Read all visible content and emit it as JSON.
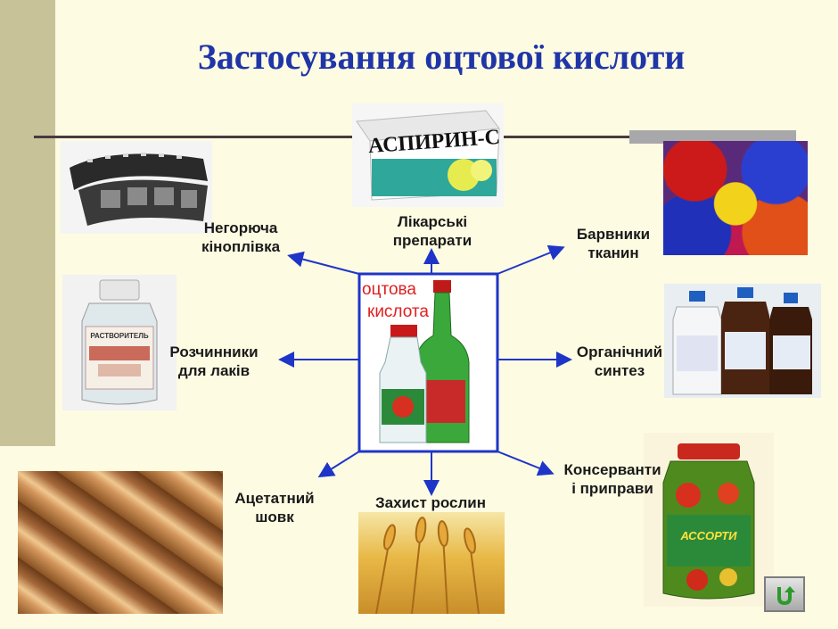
{
  "title": "Застосування оцтової кислоти",
  "center": {
    "line1": "оцтова",
    "line2": "кислота"
  },
  "labels": {
    "film": "Негорюча\nкіноплівка",
    "medicine": "Лікарські\nпрепарати",
    "dyes": "Барвники\nтканин",
    "solvents": "Розчинники\nдля лаків",
    "synthesis": "Органічний\nсинтез",
    "silk": "Ацетатний\nшовк",
    "plants": "Захист рослин",
    "preservatives": "Консерванти\nі приправи"
  },
  "product_text": {
    "aspirin": "АСПИРИН-С",
    "solvent_bottle": "РАСТВОРИТЕЛЬ",
    "jar": "АССОРТИ"
  },
  "icons": {
    "return": "return-arrow-icon"
  },
  "colors": {
    "title": "#1f35a8",
    "arrows": "#1f35c8",
    "center_text": "#e02020",
    "background": "#fdfbe2"
  }
}
